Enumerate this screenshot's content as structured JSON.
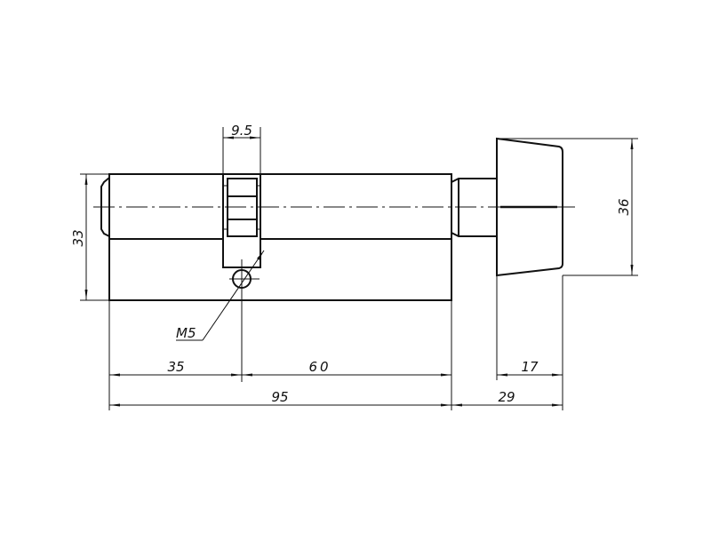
{
  "drawing": {
    "title": "Lock cylinder with thumbturn",
    "dimensions": {
      "height_body": "33",
      "cam_width": "9.5",
      "knob_height": "36",
      "screw_thread": "M5",
      "left_length": "35",
      "right_length": "60",
      "body_total": "95",
      "knob_width": "17",
      "knob_total": "29"
    },
    "colors": {
      "line": "#111111",
      "background": "#ffffff"
    }
  }
}
